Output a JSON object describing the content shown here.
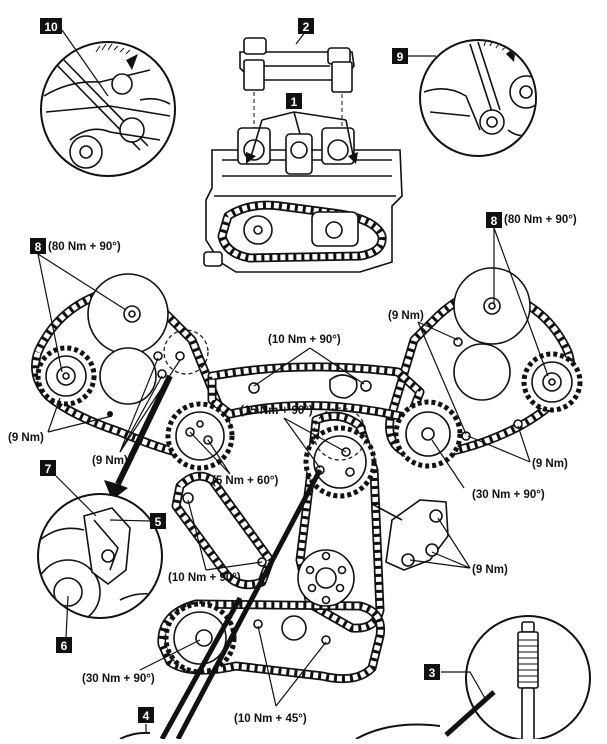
{
  "callouts": {
    "c1": "1",
    "c2": "2",
    "c3": "3",
    "c4": "4",
    "c5": "5",
    "c6": "6",
    "c7": "7",
    "c8_left": "8",
    "c8_right": "8",
    "c9": "9",
    "c10": "10"
  },
  "torque": {
    "cam_left": "(80 Nm + 90°)",
    "cam_right": "(80 Nm + 90°)",
    "bolt_9_left_bottom": "(9 Nm)",
    "bolt_9_left_mid": "(9 Nm)",
    "bolt_9_right_top": "(9 Nm)",
    "bolt_9_right_bottom": "(9 Nm)",
    "bolt_9_lower_right": "(9 Nm)",
    "guide_top": "(10 Nm + 90°)",
    "idler_center": "(15 Nm + 90°)",
    "idler_left": "(5 Nm + 60°)",
    "idler_right": "(30 Nm + 90°)",
    "guide_lower_left": "(10 Nm + 90°)",
    "crank_idler": "(30 Nm + 90°)",
    "guide_bottom": "(10 Nm + 45°)"
  },
  "colors": {
    "ink": "#111111",
    "paper": "#ffffff",
    "badge": "#111111"
  }
}
